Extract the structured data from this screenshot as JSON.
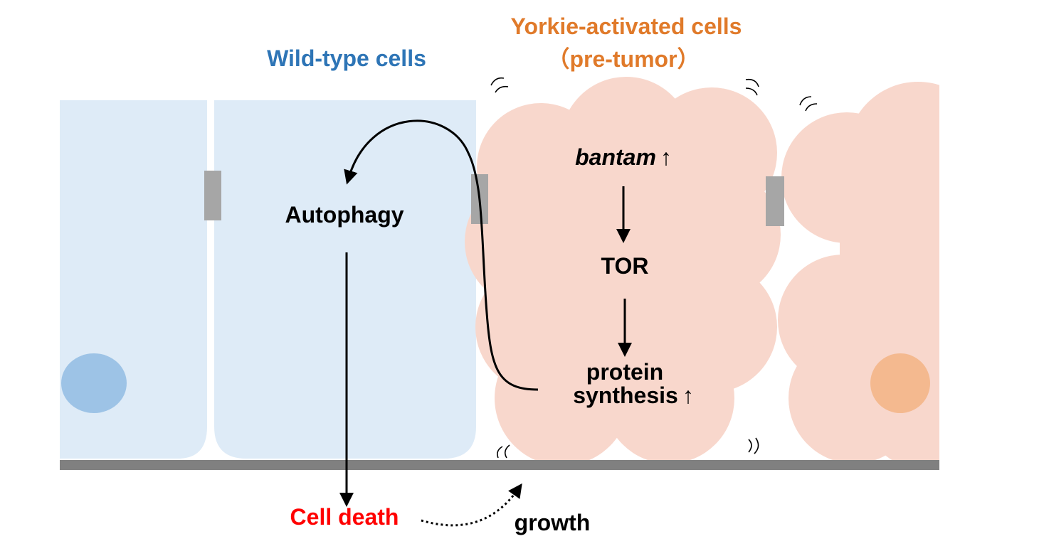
{
  "labels": {
    "wild_type": "Wild-type cells",
    "yorkie_line1": "Yorkie-activated cells",
    "yorkie_line2": "（pre-tumor）",
    "bantam": "bantam",
    "bantam_arrow": "↑",
    "tor": "TOR",
    "protein_line1": "protein",
    "protein_line2": "synthesis",
    "protein_arrow": "↑",
    "autophagy": "Autophagy",
    "cell_death": "Cell death",
    "growth": "growth"
  },
  "colors": {
    "wild_type_text": "#2e75b6",
    "yorkie_text": "#e07a2a",
    "wild_cell_fill": "#deebf7",
    "wild_nucleus": "#9dc3e6",
    "tumor_cell_fill": "#f8d7cc",
    "tumor_nucleus": "#f4b98f",
    "junction": "#a6a6a6",
    "basement_membrane": "#808080",
    "cell_death_text": "#ff0000",
    "text": "#000000"
  }
}
